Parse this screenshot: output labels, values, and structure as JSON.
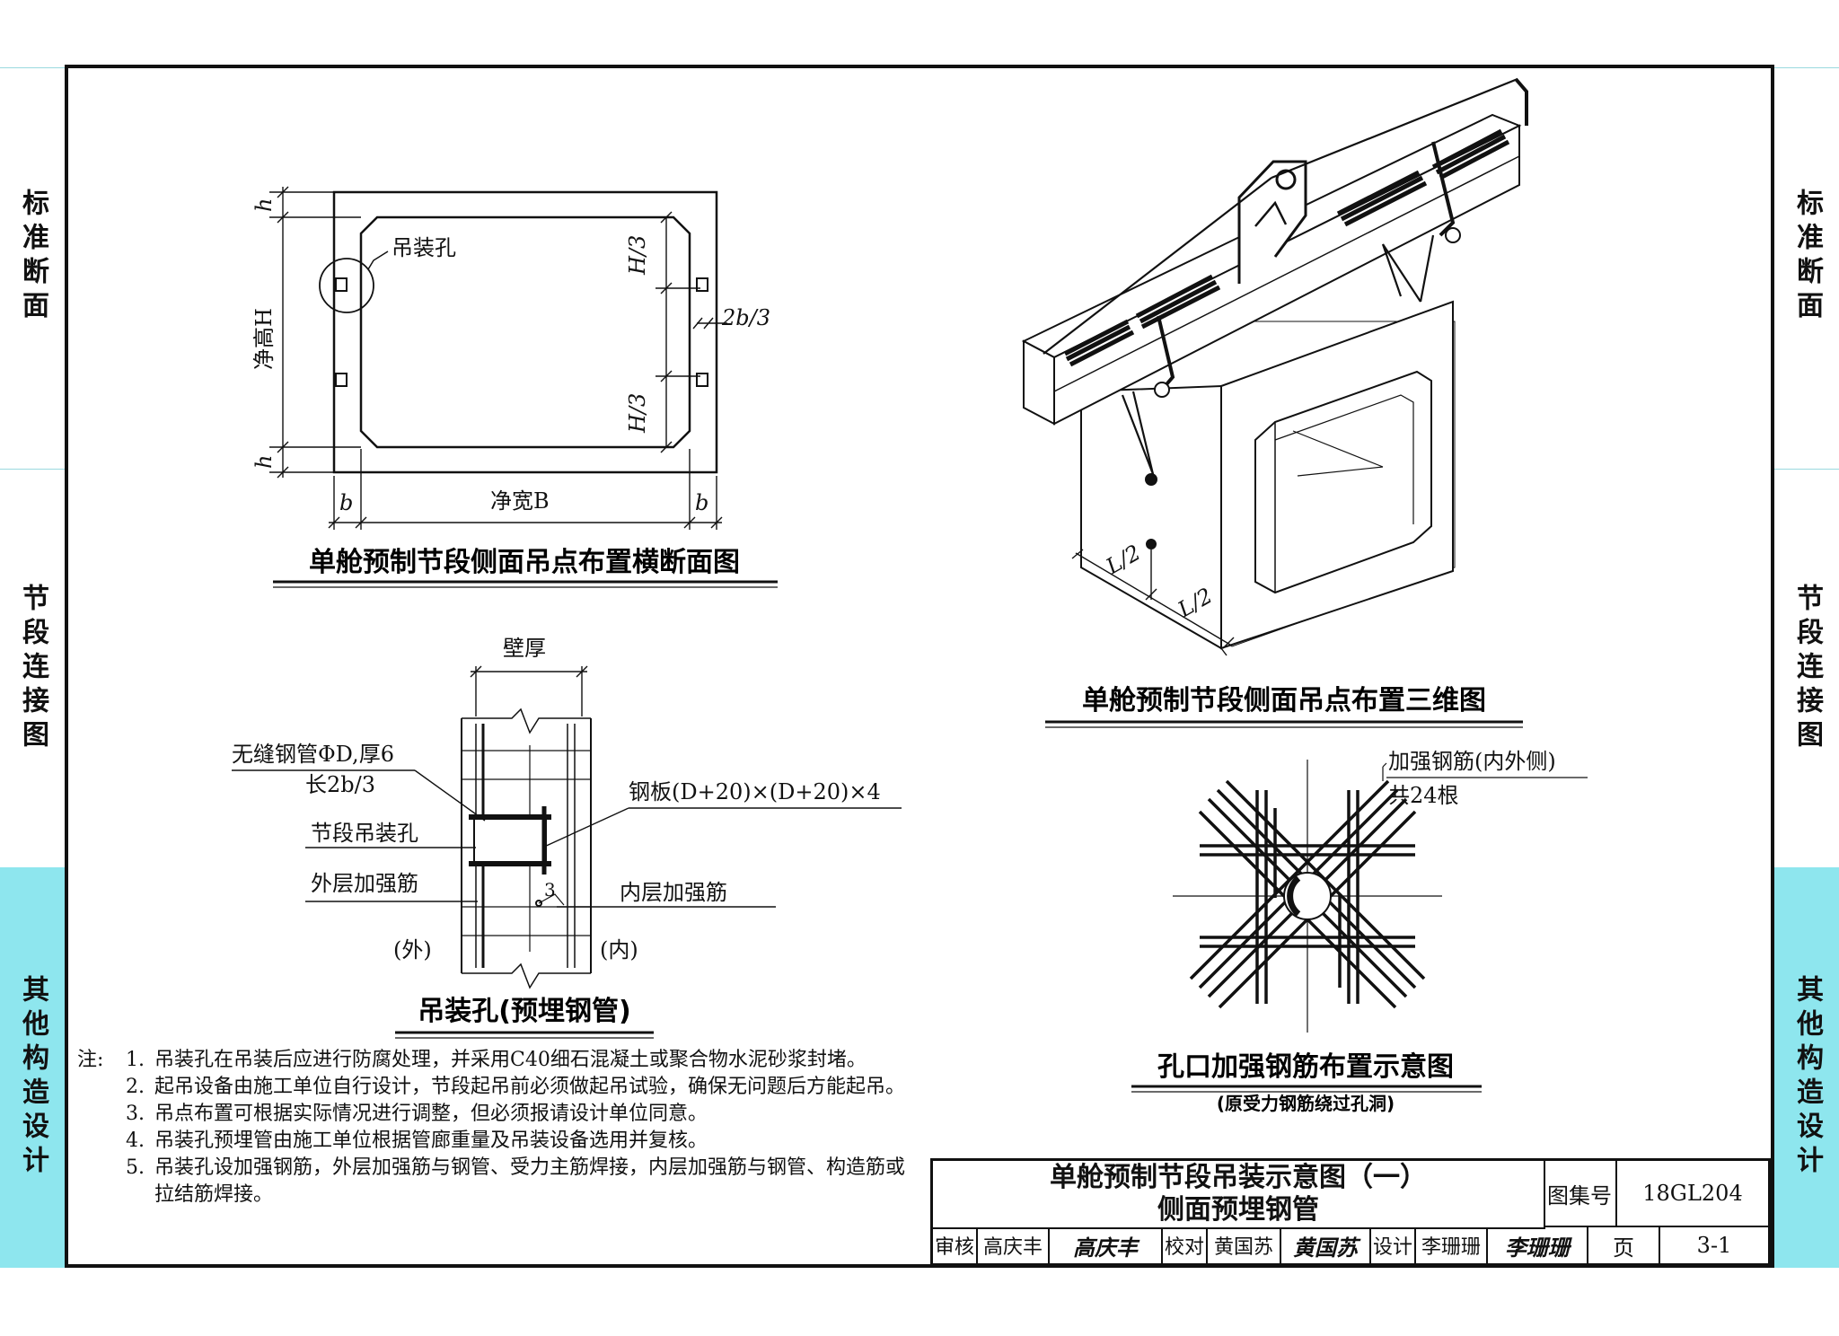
{
  "side_tabs": {
    "left": [
      "标准断面",
      "节段连接图",
      "其他构造设计"
    ],
    "right": [
      "标准断面",
      "节段连接图",
      "其他构造设计"
    ]
  },
  "fig1": {
    "caption": "单舱预制节段侧面吊点布置横断面图",
    "callout": "吊装孔",
    "dims": {
      "h_top": "h",
      "h_bottom": "h",
      "height": "净高H",
      "h3_top": "H/3",
      "h3_bottom": "H/3",
      "b23": "2b/3",
      "b_left": "b",
      "width": "净宽B",
      "b_right": "b"
    }
  },
  "fig2": {
    "caption": "单舱预制节段侧面吊点布置三维图",
    "dims": {
      "l2_a": "L/2",
      "l2_b": "L/2"
    }
  },
  "fig3": {
    "caption": "吊装孔(预埋钢管)",
    "wall": "壁厚",
    "pipe_line1": "无缝钢管ΦD,厚6",
    "pipe_line2": "长2b/3",
    "hole": "节段吊装孔",
    "outer_rebar": "外层加强筋",
    "plate": "钢板(D+20)×(D+20)×4",
    "inner_rebar": "内层加强筋",
    "weld": "3",
    "outer": "(外)",
    "inner": "(内)"
  },
  "fig4": {
    "caption": "孔口加强钢筋布置示意图",
    "sub_caption": "(原受力钢筋绕过孔洞)",
    "label_line1": "加强钢筋(内外侧)",
    "label_line2": "共24根"
  },
  "notes": {
    "prefix": "注:",
    "items": [
      {
        "num": "1.",
        "text": "吊装孔在吊装后应进行防腐处理，并采用C40细石混凝土或聚合物水泥砂浆封堵。"
      },
      {
        "num": "2.",
        "text": "起吊设备由施工单位自行设计，节段起吊前必须做起吊试验，确保无问题后方能起吊。"
      },
      {
        "num": "3.",
        "text": "吊点布置可根据实际情况进行调整，但必须报请设计单位同意。"
      },
      {
        "num": "4.",
        "text": "吊装孔预埋管由施工单位根据管廊重量及吊装设备选用并复核。"
      },
      {
        "num": "5.",
        "text": "吊装孔设加强钢筋，外层加强筋与钢管、受力主筋焊接，内层加强筋与钢管、构造筋或拉结筋焊接。"
      }
    ]
  },
  "title_block": {
    "title_line1": "单舱预制节段吊装示意图（一）",
    "title_line2": "侧面预埋钢管",
    "atlas_label": "图集号",
    "atlas_no": "18GL204",
    "page_label": "页",
    "page_no": "3-1",
    "review_label": "审核",
    "review_name": "高庆丰",
    "review_sig": "高庆丰",
    "check_label": "校对",
    "check_name": "黄国苏",
    "check_sig": "黄国苏",
    "design_label": "设计",
    "design_name": "李珊珊",
    "design_sig": "李珊珊"
  }
}
